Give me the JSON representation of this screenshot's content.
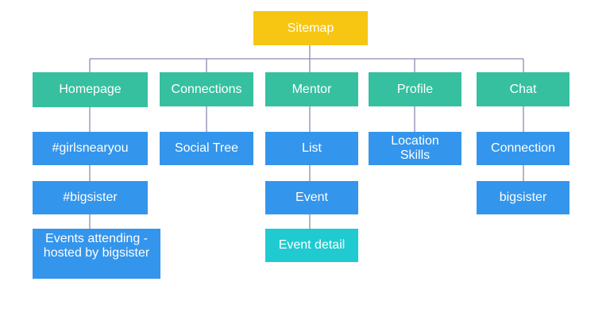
{
  "colors": {
    "root": "#f6c612",
    "section": "#36c09f",
    "page": "#3495ec",
    "detail": "#1fcbd1",
    "connector": "#8a8ab0"
  },
  "root": {
    "label": "Sitemap"
  },
  "sections": [
    {
      "label": "Homepage",
      "children": [
        "#girlsnearyou",
        "#bigsister",
        "Events attending -\nhosted by bigsister"
      ]
    },
    {
      "label": "Connections",
      "children": [
        "Social Tree"
      ]
    },
    {
      "label": "Mentor",
      "children": [
        "List",
        "Event",
        "Event detail"
      ]
    },
    {
      "label": "Profile",
      "children": [
        "Location\nSkills"
      ]
    },
    {
      "label": "Chat",
      "children": [
        "Connection",
        "bigsister"
      ]
    }
  ]
}
